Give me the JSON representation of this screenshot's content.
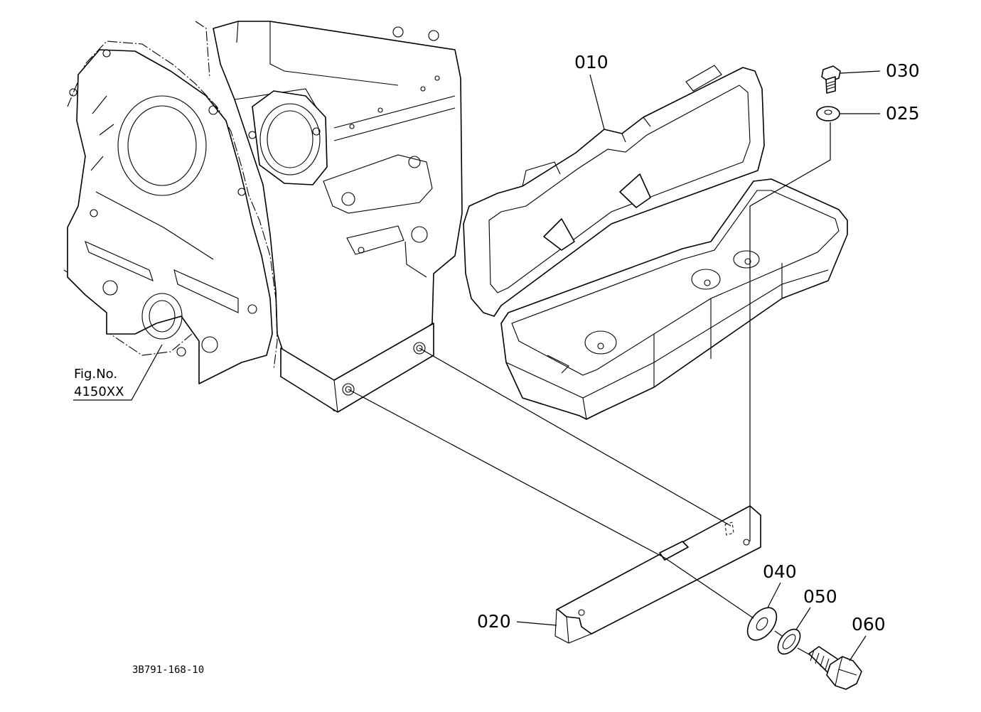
{
  "labels": {
    "p010": "010",
    "p020": "020",
    "p025": "025",
    "p030": "030",
    "p040": "040",
    "p050": "050",
    "p060": "060"
  },
  "reference": {
    "line1": "Fig.No.",
    "line2": "4150XX"
  },
  "drawing_code": "3B791-168-10"
}
